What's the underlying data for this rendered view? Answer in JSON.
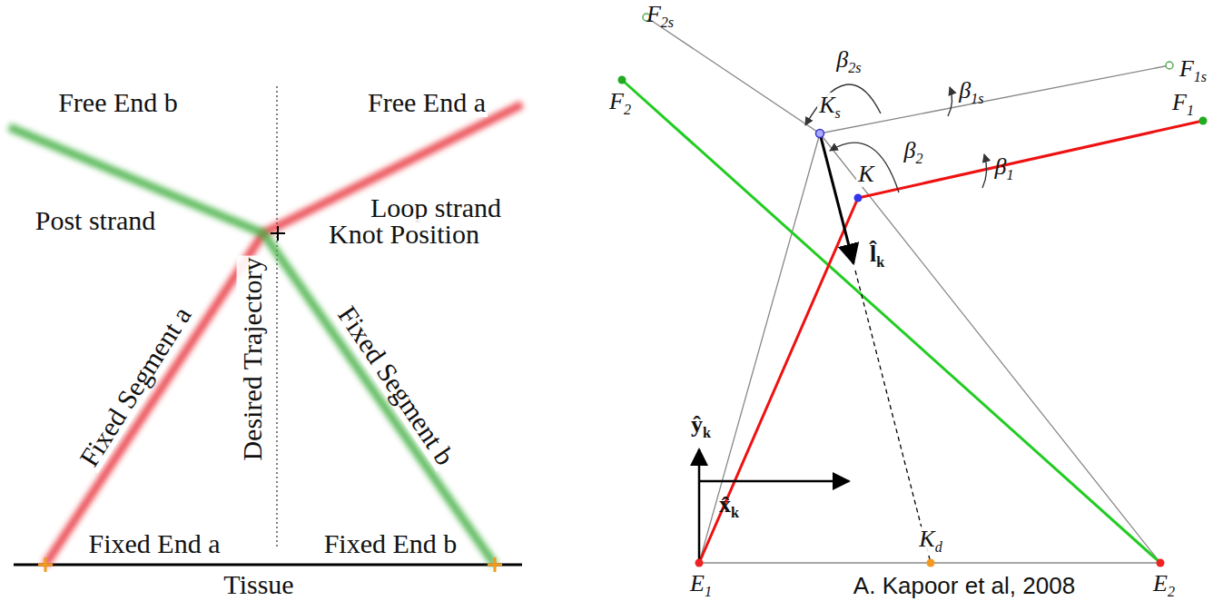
{
  "diagram": {
    "labels": [
      "Free End b",
      "Free End a",
      "Post strand",
      "Loop strand",
      "Knot Position",
      "Desired Trajectory",
      "Fixed Segment a",
      "Fixed Segment b",
      "Fixed End a",
      "Fixed End b",
      "Tissue",
      "F2s",
      "F1s",
      "β2s",
      "Ks",
      "β1s",
      "F2",
      "K",
      "β2",
      "F1",
      "β1",
      "l̂k",
      "ŷk",
      "x̂k",
      "E1",
      "E2",
      "Kd",
      "A. Kapoor et al, 2008"
    ]
  }
}
